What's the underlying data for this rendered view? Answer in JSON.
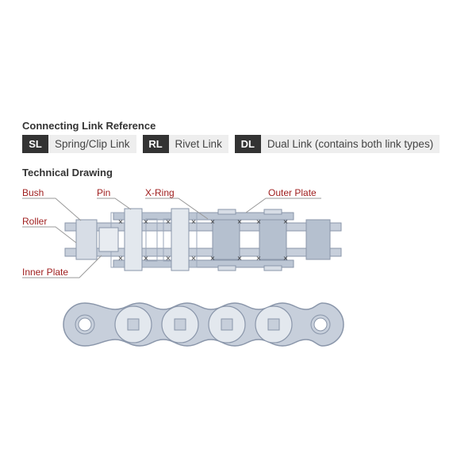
{
  "reference": {
    "title": "Connecting Link Reference",
    "items": [
      {
        "code": "SL",
        "label": "Spring/Clip Link"
      },
      {
        "code": "RL",
        "label": "Rivet Link"
      },
      {
        "code": "DL",
        "label": "Dual Link (contains both link types)"
      }
    ]
  },
  "drawing": {
    "title": "Technical Drawing",
    "labels": {
      "bush": "Bush",
      "pin": "Pin",
      "x_ring": "X-Ring",
      "outer_plate": "Outer Plate",
      "roller": "Roller",
      "inner_plate": "Inner Plate"
    }
  },
  "colors": {
    "label_red": "#a02020",
    "badge_dark": "#333333",
    "chain_fill": "#c7cfdb",
    "chain_stroke": "#8a96aa"
  }
}
